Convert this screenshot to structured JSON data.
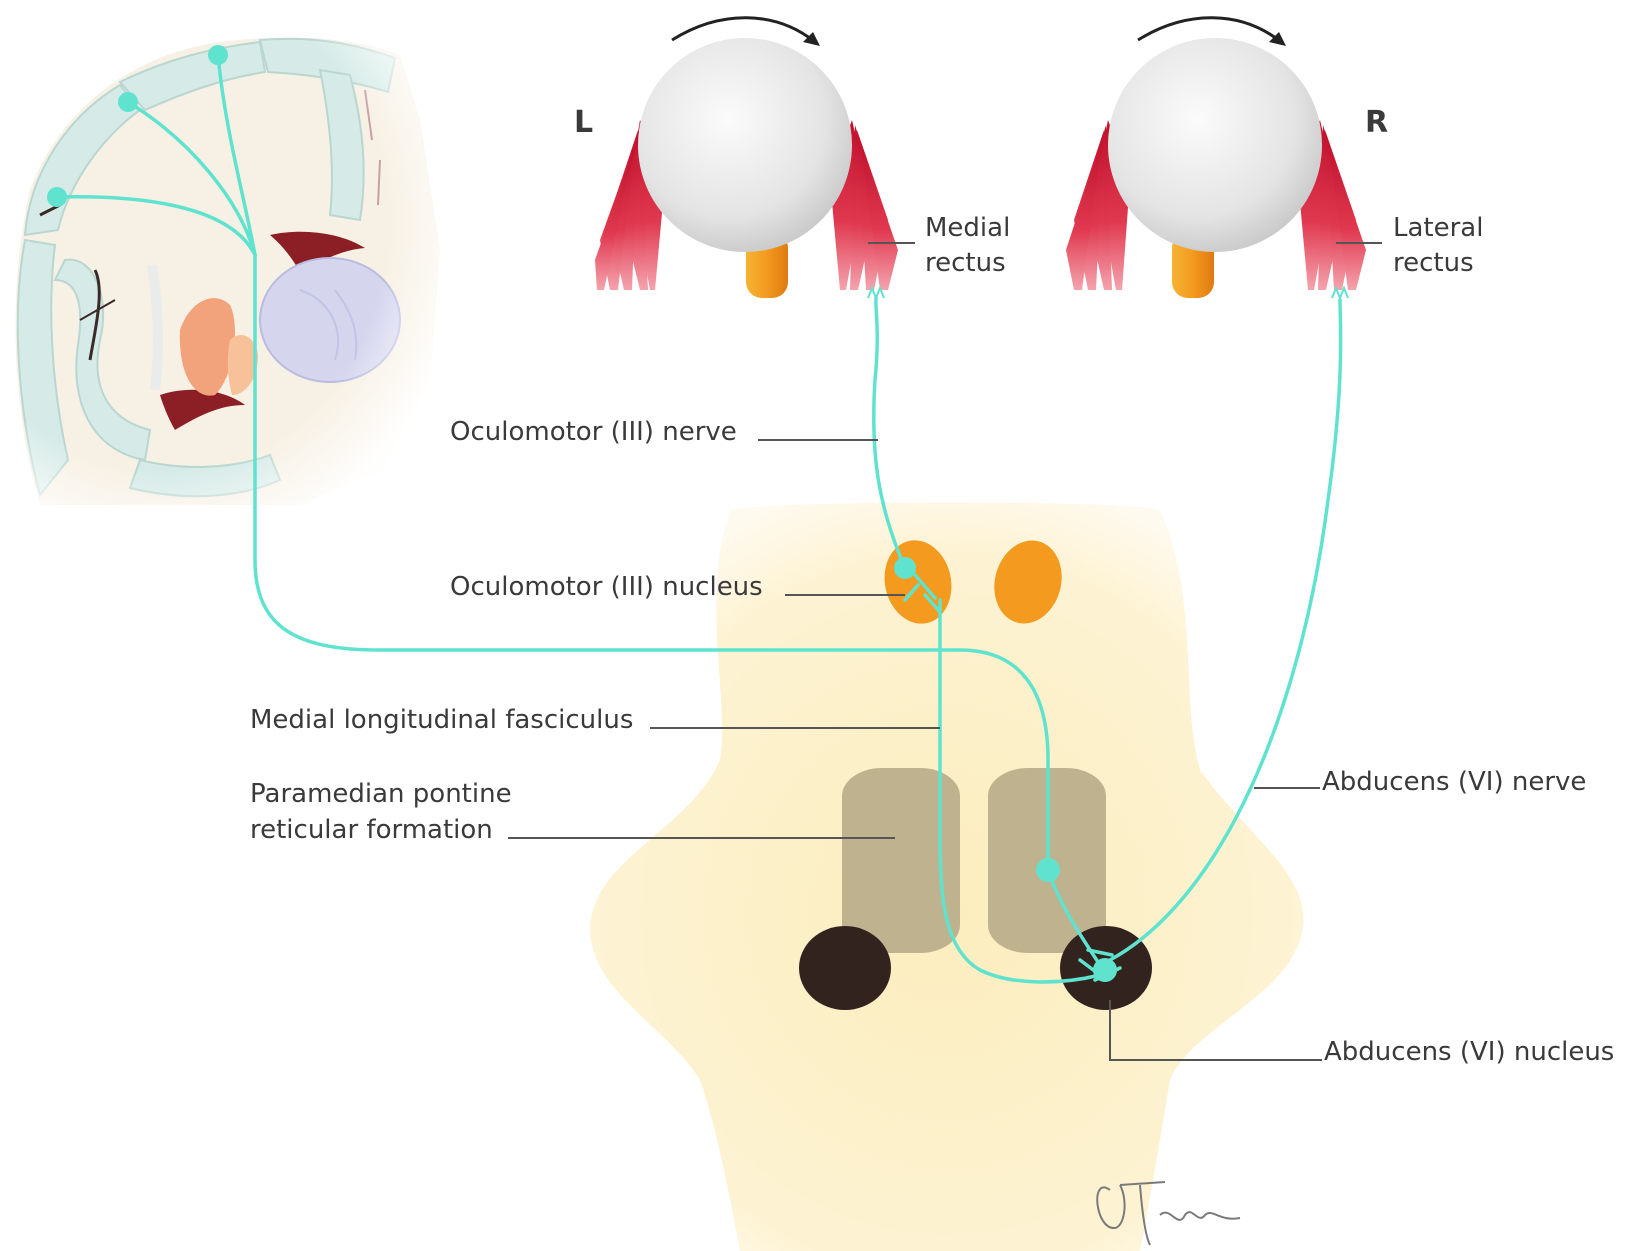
{
  "sides": {
    "left": "L",
    "right": "R"
  },
  "labels": {
    "medial_rectus_1": "Medial",
    "medial_rectus_2": "rectus",
    "lateral_rectus_1": "Lateral",
    "lateral_rectus_2": "rectus",
    "oculomotor_nerve": "Oculomotor (III) nerve",
    "oculomotor_nucleus": "Oculomotor (III) nucleus",
    "mlf": "Medial longitudinal fasciculus",
    "pprf_1": "Paramedian pontine",
    "pprf_2": "reticular formation",
    "abducens_nerve": "Abducens (VI) nerve",
    "abducens_nucleus": "Abducens (VI) nucleus"
  },
  "colors": {
    "pathway": "#5fe3cf",
    "cortex": "#d6ebe7",
    "brainstem": "#fcf1c9",
    "muscle": "#d8243f",
    "eyeball": "#e7e7e7",
    "optic_nerve": "#f39a1f",
    "oculomotor_nucleus": "#f39a1f",
    "pprf": "#bfb38f",
    "abducens_nucleus": "#33231f"
  }
}
